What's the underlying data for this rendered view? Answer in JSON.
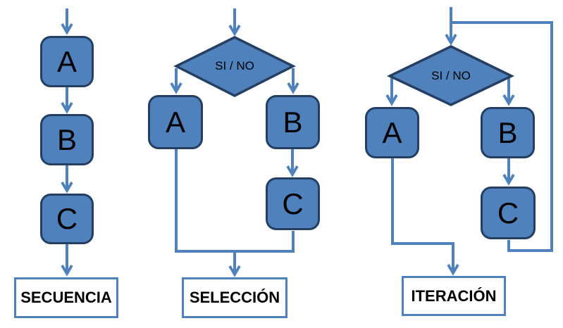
{
  "colors": {
    "shape_fill": "#4f81bd",
    "shape_border": "#253f63",
    "connector": "#4f81bd",
    "label_box_border": "#4f81bd",
    "text": "#000000"
  },
  "diagrams": [
    {
      "title": "SECUENCIA",
      "boxes": [
        "A",
        "B",
        "C"
      ]
    },
    {
      "title": "SELECCIÓN",
      "decision_label": "SI / NO",
      "boxes": [
        "A",
        "B",
        "C"
      ]
    },
    {
      "title": "ITERACIÓN",
      "decision_label": "SI / NO",
      "boxes": [
        "A",
        "B",
        "C"
      ]
    }
  ]
}
